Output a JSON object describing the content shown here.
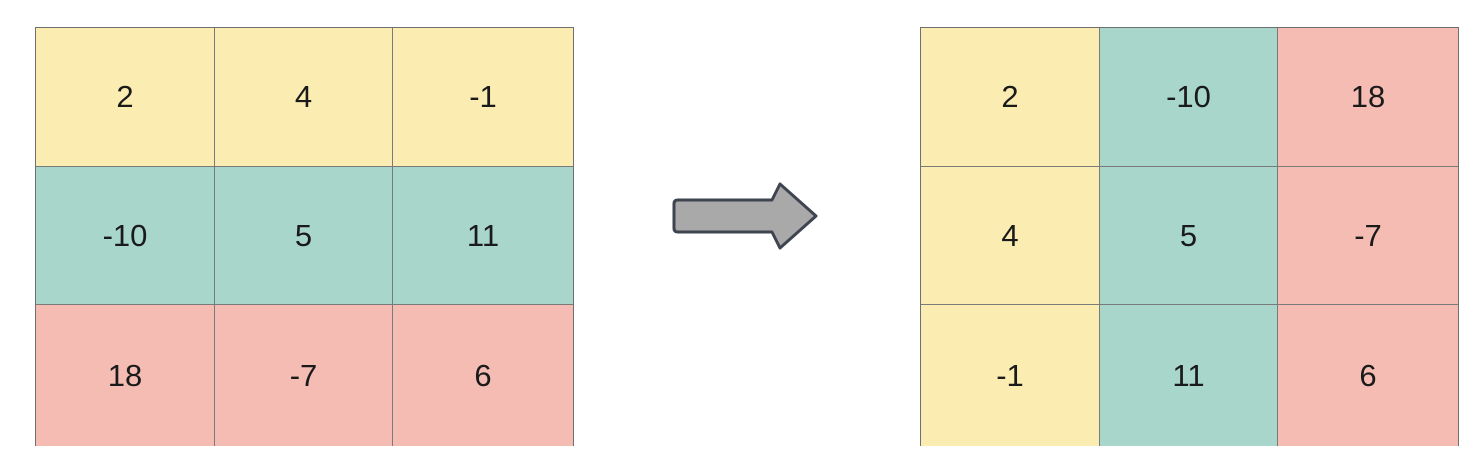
{
  "colors": {
    "yellow": "#fbedb1",
    "teal": "#a8d6cb",
    "pink": "#f4bcb2",
    "arrow_fill": "#a9a9a9",
    "arrow_stroke": "#3e4450"
  },
  "left_matrix": {
    "rows": [
      {
        "color": "yellow",
        "cells": [
          "2",
          "4",
          "-1"
        ]
      },
      {
        "color": "teal",
        "cells": [
          "-10",
          "5",
          "11"
        ]
      },
      {
        "color": "pink",
        "cells": [
          "18",
          "-7",
          "6"
        ]
      }
    ]
  },
  "arrow": {
    "icon": "right-arrow-icon"
  },
  "right_matrix": {
    "column_colors": [
      "yellow",
      "teal",
      "pink"
    ],
    "rows": [
      {
        "cells": [
          "2",
          "-10",
          "18"
        ]
      },
      {
        "cells": [
          "4",
          "5",
          "-7"
        ]
      },
      {
        "cells": [
          "-1",
          "11",
          "6"
        ]
      }
    ]
  }
}
